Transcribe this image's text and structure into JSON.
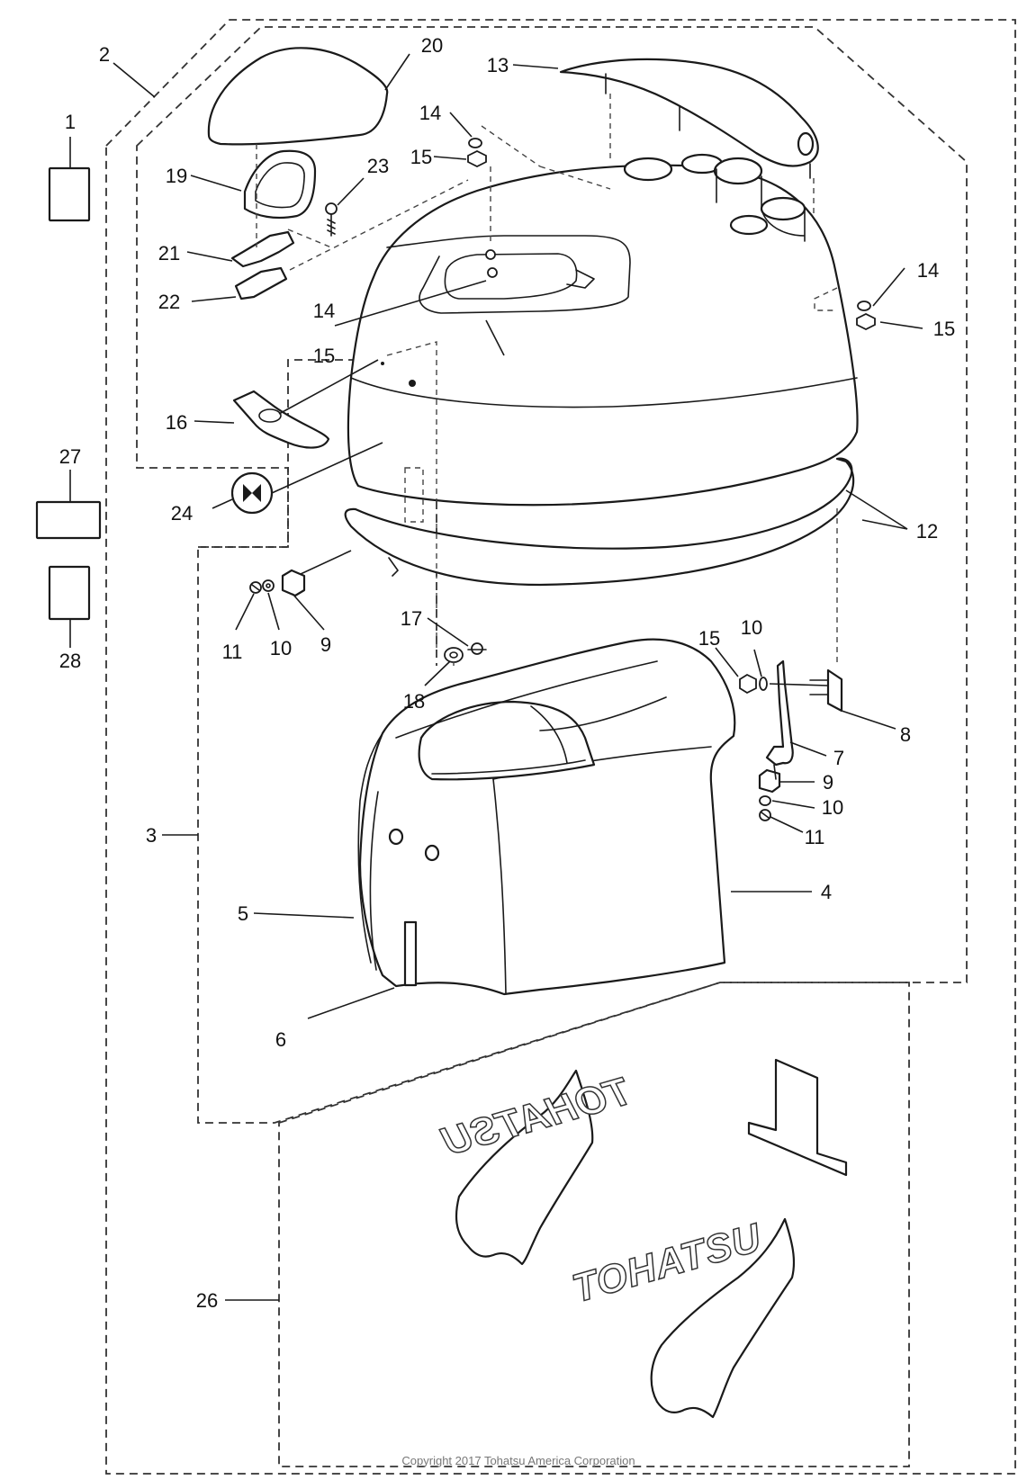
{
  "callouts": [
    {
      "id": "c1",
      "label": "1"
    },
    {
      "id": "c2",
      "label": "2"
    },
    {
      "id": "c3",
      "label": "3"
    },
    {
      "id": "c4",
      "label": "4"
    },
    {
      "id": "c5",
      "label": "5"
    },
    {
      "id": "c6",
      "label": "6"
    },
    {
      "id": "c7",
      "label": "7"
    },
    {
      "id": "c8",
      "label": "8"
    },
    {
      "id": "c9a",
      "label": "9"
    },
    {
      "id": "c9b",
      "label": "9"
    },
    {
      "id": "c10a",
      "label": "10"
    },
    {
      "id": "c10b",
      "label": "10"
    },
    {
      "id": "c10c",
      "label": "10"
    },
    {
      "id": "c11a",
      "label": "11"
    },
    {
      "id": "c11b",
      "label": "11"
    },
    {
      "id": "c12",
      "label": "12"
    },
    {
      "id": "c13",
      "label": "13"
    },
    {
      "id": "c14a",
      "label": "14"
    },
    {
      "id": "c14b",
      "label": "14"
    },
    {
      "id": "c14c",
      "label": "14"
    },
    {
      "id": "c15a",
      "label": "15"
    },
    {
      "id": "c15b",
      "label": "15"
    },
    {
      "id": "c15c",
      "label": "15"
    },
    {
      "id": "c15d",
      "label": "15"
    },
    {
      "id": "c16",
      "label": "16"
    },
    {
      "id": "c17",
      "label": "17"
    },
    {
      "id": "c18",
      "label": "18"
    },
    {
      "id": "c19",
      "label": "19"
    },
    {
      "id": "c20",
      "label": "20"
    },
    {
      "id": "c21",
      "label": "21"
    },
    {
      "id": "c22",
      "label": "22"
    },
    {
      "id": "c23",
      "label": "23"
    },
    {
      "id": "c24",
      "label": "24"
    },
    {
      "id": "c26",
      "label": "26"
    },
    {
      "id": "c27",
      "label": "27"
    },
    {
      "id": "c28",
      "label": "28"
    }
  ],
  "decals": {
    "logo_mirrored": "TOHATSU",
    "logo": "TOHATSU"
  },
  "copyright": "Copyright 2017 Tohatsu America Corporation",
  "colors": {
    "line": "#1a1a1a",
    "paper": "#ffffff",
    "copyright": "#777777"
  }
}
